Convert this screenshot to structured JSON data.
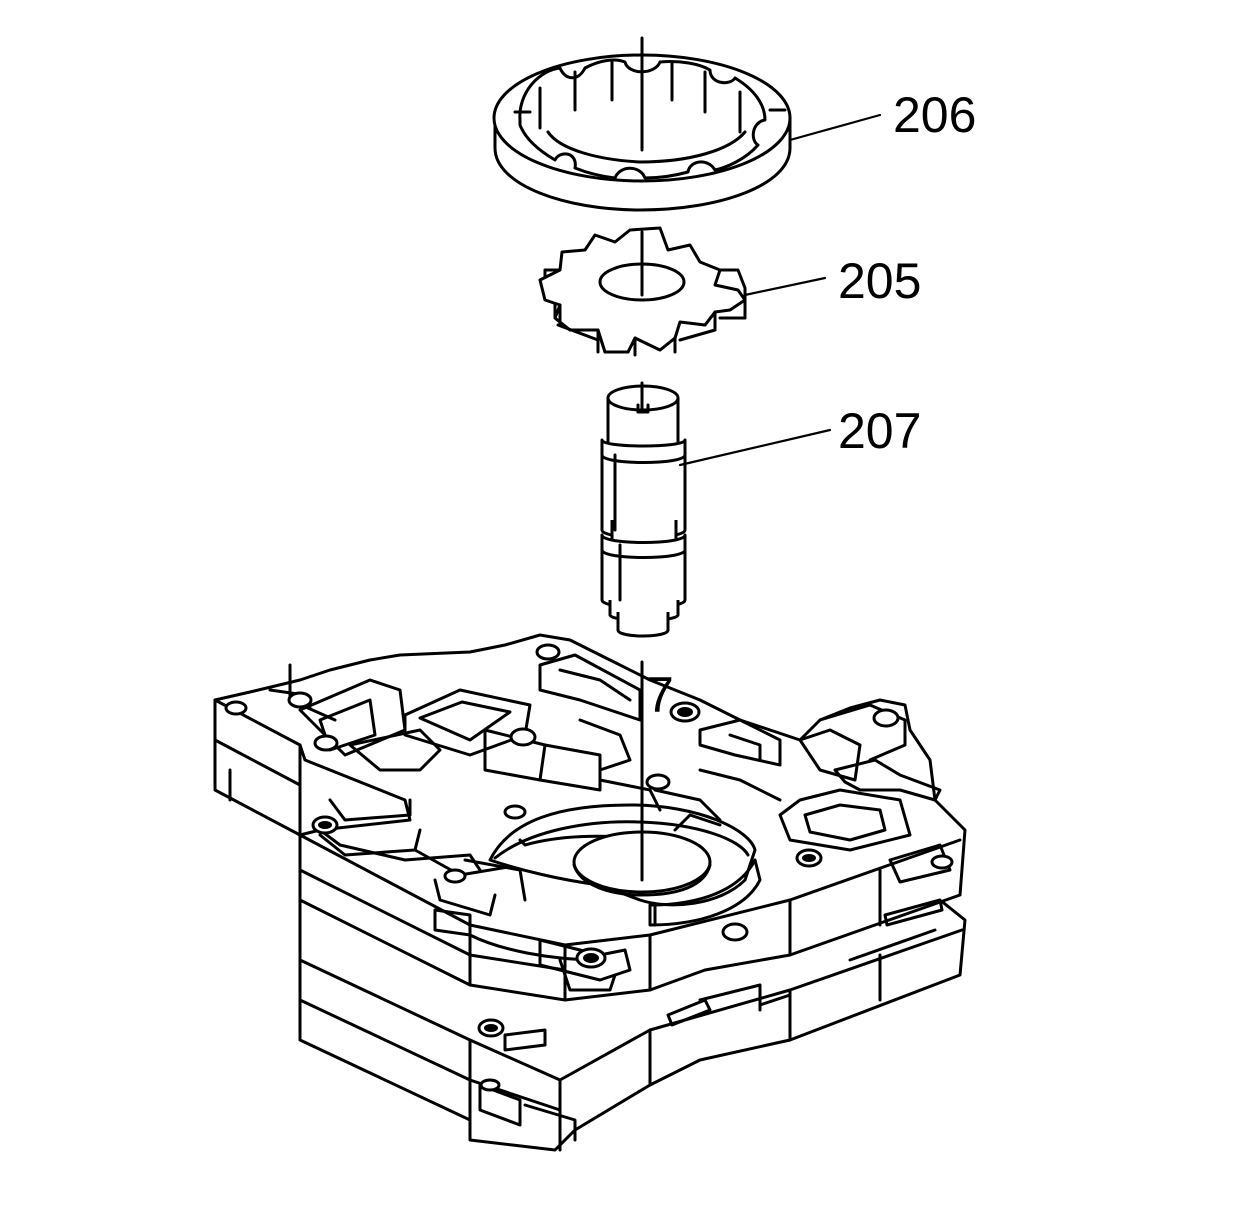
{
  "callouts": [
    {
      "id": "ring",
      "label": "206"
    },
    {
      "id": "gear",
      "label": "205"
    },
    {
      "id": "shaft",
      "label": "207"
    }
  ],
  "body_marking": "7",
  "colors": {
    "line": "#000000",
    "background": "#ffffff"
  }
}
